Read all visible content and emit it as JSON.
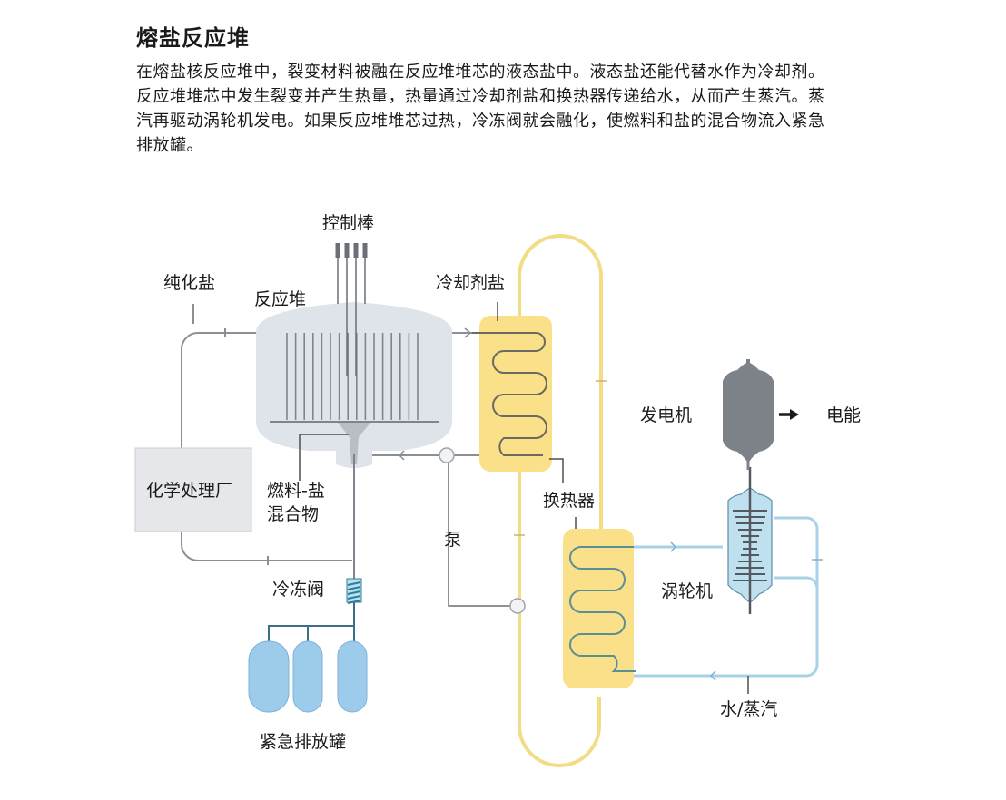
{
  "header": {
    "title": "熔盐反应堆",
    "description": "在熔盐核反应堆中，裂变材料被融在反应堆堆芯的液态盐中。液态盐还能代替水作为冷却剂。反应堆堆芯中发生裂变并产生热量，热量通过冷却剂盐和换热器传递给水，从而产生蒸汽。蒸汽再驱动涡轮机发电。如果反应堆堆芯过热，冷冻阀就会融化，使燃料和盐的混合物流入紧急排放罐。"
  },
  "labels": {
    "control_rods": "控制棒",
    "purified_salt": "纯化盐",
    "reactor": "反应堆",
    "coolant_salt": "冷却剂盐",
    "chemical_plant": "化学处理厂",
    "fuel_salt_line1": "燃料-盐",
    "fuel_salt_line2": "混合物",
    "pump": "泵",
    "heat_exchanger": "换热器",
    "freeze_valve": "冷冻阀",
    "drain_tanks": "紧急排放罐",
    "generator": "发电机",
    "electricity": "电能",
    "turbine": "涡轮机",
    "water_steam": "水/蒸汽"
  },
  "icons": {
    "arrow": "→"
  },
  "colors": {
    "reactor_fill": "#dfe3ea",
    "salt_yellow": "#fbe08a",
    "salt_pipe": "#f3dc86",
    "water_blue": "#a9d2e6",
    "tank_blue": "#9ccbec",
    "generator_gray": "#7d8288",
    "pipe_gray": "#8a8f96"
  }
}
